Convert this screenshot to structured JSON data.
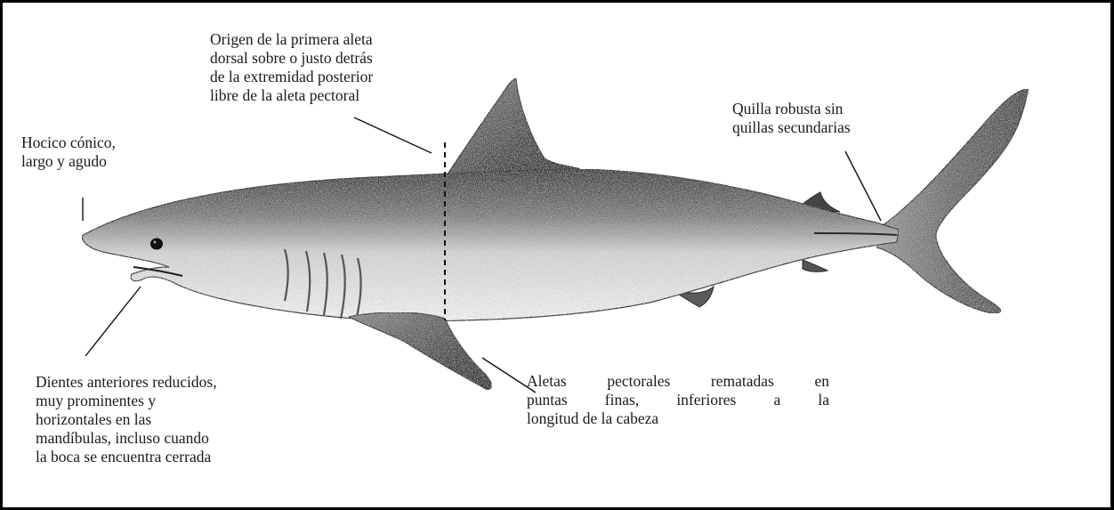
{
  "annotations": {
    "origin_first_dorsal": [
      "Origen de la primera aleta",
      "dorsal sobre o justo detrás",
      "de la extremidad posterior",
      "libre de la aleta pectoral"
    ],
    "snout": [
      "Hocico cónico,",
      "largo y agudo"
    ],
    "keel": [
      "Quilla robusta sin",
      "quillas secundarias"
    ],
    "teeth": [
      "Dientes anteriores reducidos,",
      "muy prominentes y",
      "horizontales en las",
      "mandíbulas, incluso cuando",
      "la boca se encuentra cerrada"
    ],
    "pectoral_fins": [
      "Aletas pectorales rematadas en",
      "puntas finas, inferiores a la",
      "longitud de la cabeza"
    ]
  },
  "colors": {
    "ink": "#1a1a1a",
    "shark_dark": "#3a3a3a",
    "shark_light": "#f2f2f2"
  }
}
